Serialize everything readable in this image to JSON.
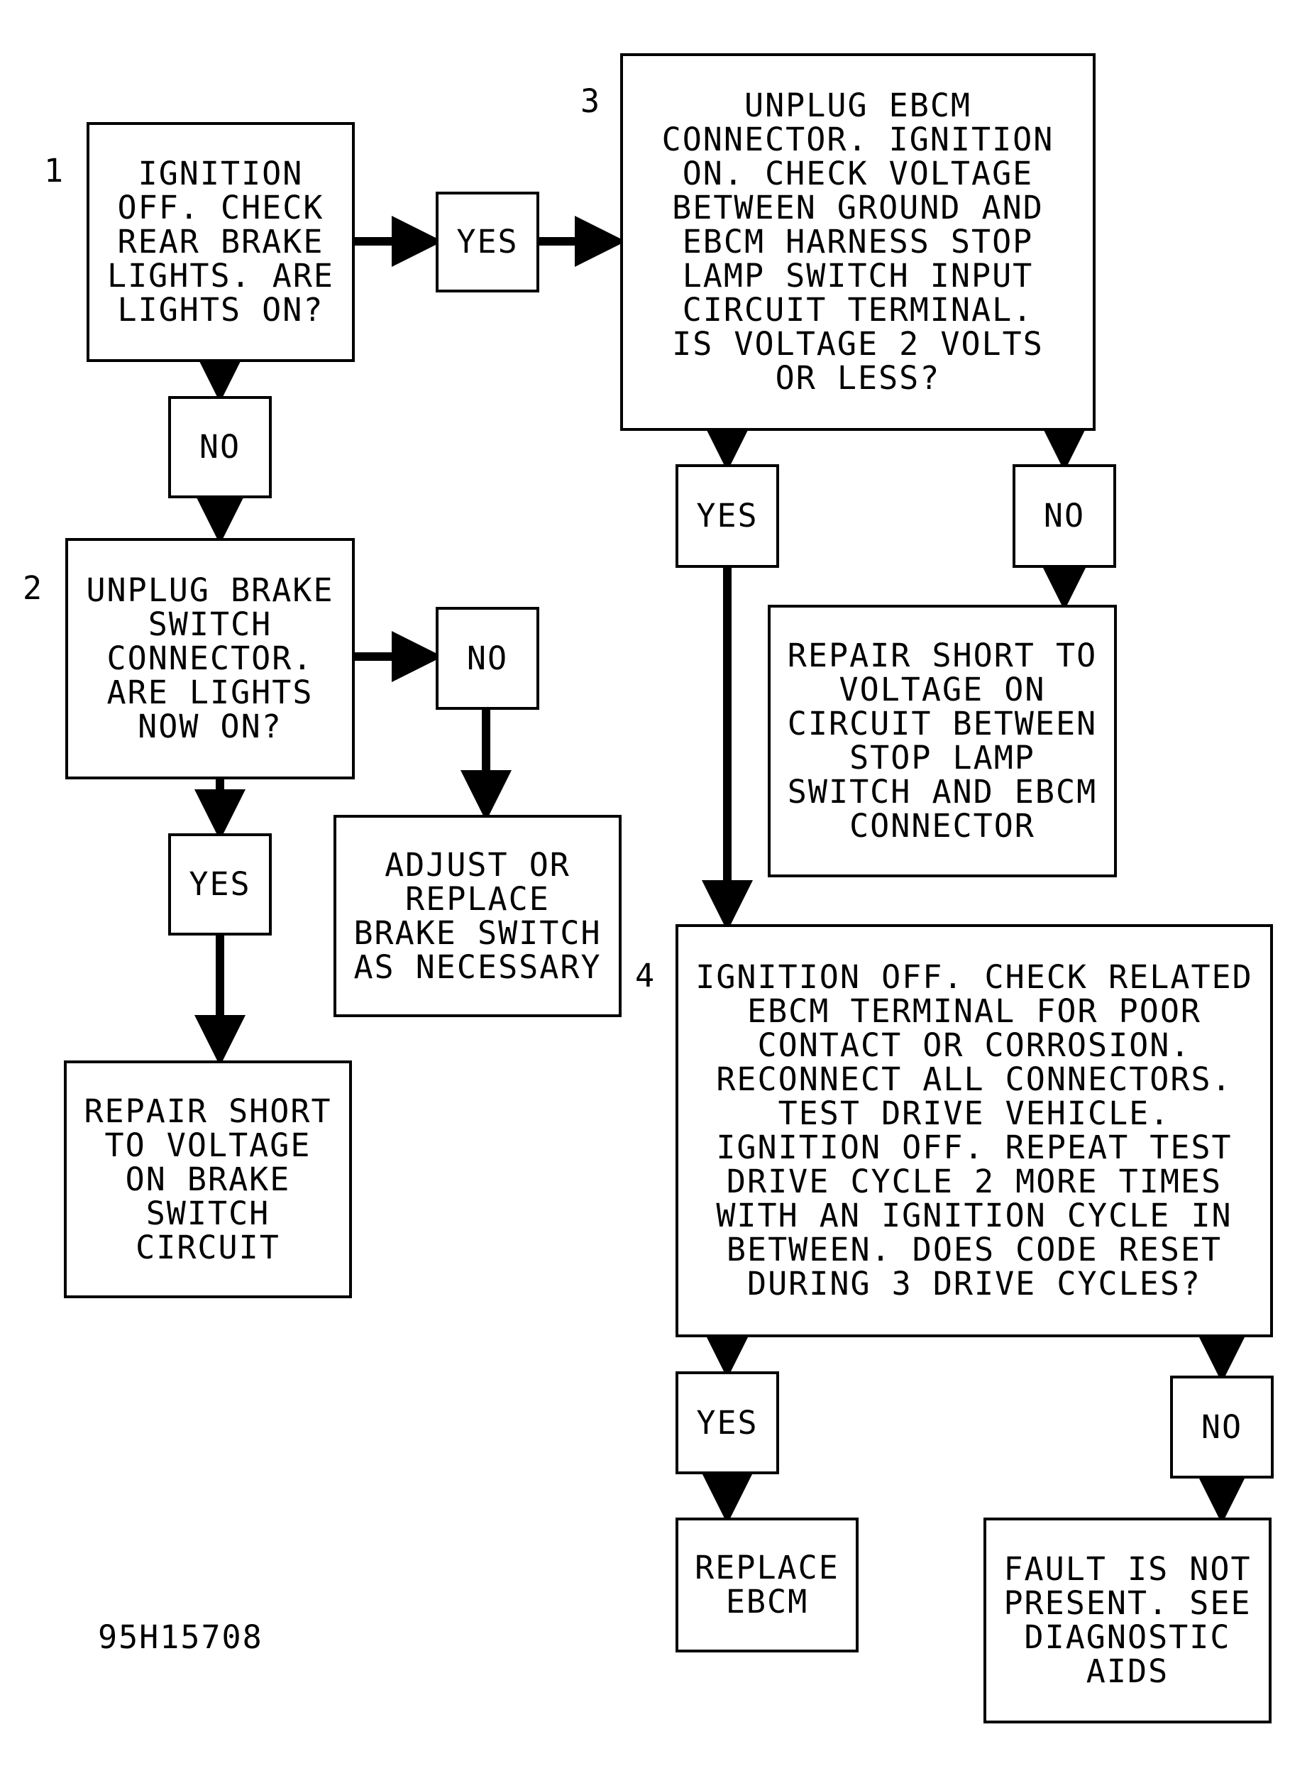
{
  "steps": {
    "s1": {
      "number": "1",
      "text": "IGNITION\nOFF. CHECK\nREAR BRAKE\nLIGHTS. ARE\nLIGHTS ON?"
    },
    "s2": {
      "number": "2",
      "text": "UNPLUG BRAKE\nSWITCH\nCONNECTOR.\nARE LIGHTS\nNOW ON?"
    },
    "s3": {
      "number": "3",
      "text": "UNPLUG EBCM\nCONNECTOR. IGNITION\nON. CHECK VOLTAGE\nBETWEEN GROUND AND\nEBCM HARNESS STOP\nLAMP SWITCH INPUT\nCIRCUIT TERMINAL.\nIS VOLTAGE 2 VOLTS\nOR LESS?"
    },
    "s4": {
      "number": "4",
      "text": "IGNITION OFF. CHECK RELATED\nEBCM TERMINAL FOR POOR\nCONTACT OR CORROSION.\nRECONNECT ALL CONNECTORS.\nTEST DRIVE VEHICLE.\nIGNITION OFF. REPEAT TEST\nDRIVE CYCLE 2 MORE TIMES\nWITH AN IGNITION CYCLE IN\nBETWEEN. DOES CODE RESET\nDURING 3 DRIVE CYCLES?"
    }
  },
  "results": {
    "repair_brake_switch": "REPAIR SHORT\nTO VOLTAGE\nON BRAKE\nSWITCH\nCIRCUIT",
    "adjust_switch": "ADJUST OR\nREPLACE\nBRAKE SWITCH\nAS NECESSARY",
    "repair_stop_lamp": "REPAIR SHORT TO\nVOLTAGE ON\nCIRCUIT BETWEEN\nSTOP LAMP\nSWITCH AND EBCM\nCONNECTOR",
    "replace_ebcm": "REPLACE\nEBCM",
    "fault_not_present": "FAULT IS NOT\nPRESENT. SEE\nDIAGNOSTIC\nAIDS"
  },
  "answers": {
    "yes": "YES",
    "no": "NO"
  },
  "figure_ref": "95H15708"
}
